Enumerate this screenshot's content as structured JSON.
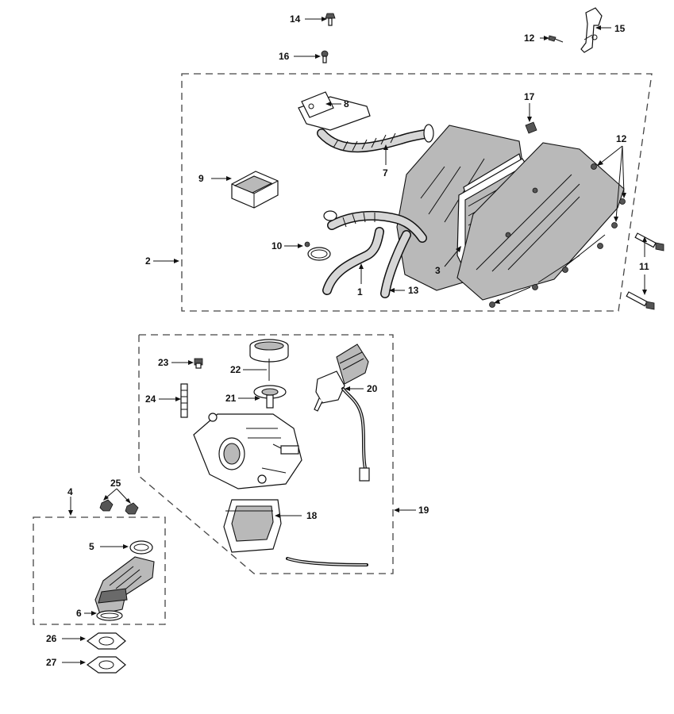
{
  "callouts": [
    {
      "id": "c1",
      "text": "1"
    },
    {
      "id": "c2",
      "text": "2"
    },
    {
      "id": "c3",
      "text": "3"
    },
    {
      "id": "c4",
      "text": "4"
    },
    {
      "id": "c5",
      "text": "5"
    },
    {
      "id": "c6",
      "text": "6"
    },
    {
      "id": "c7",
      "text": "7"
    },
    {
      "id": "c8",
      "text": "8"
    },
    {
      "id": "c9",
      "text": "9"
    },
    {
      "id": "c10",
      "text": "10"
    },
    {
      "id": "c11",
      "text": "11"
    },
    {
      "id": "c12a",
      "text": "12"
    },
    {
      "id": "c12b",
      "text": "12"
    },
    {
      "id": "c13",
      "text": "13"
    },
    {
      "id": "c14",
      "text": "14"
    },
    {
      "id": "c15",
      "text": "15"
    },
    {
      "id": "c16",
      "text": "16"
    },
    {
      "id": "c17",
      "text": "17"
    },
    {
      "id": "c18",
      "text": "18"
    },
    {
      "id": "c19",
      "text": "19"
    },
    {
      "id": "c20",
      "text": "20"
    },
    {
      "id": "c21",
      "text": "21"
    },
    {
      "id": "c22",
      "text": "22"
    },
    {
      "id": "c23",
      "text": "23"
    },
    {
      "id": "c24",
      "text": "24"
    },
    {
      "id": "c25",
      "text": "25"
    },
    {
      "id": "c26",
      "text": "26"
    },
    {
      "id": "c27",
      "text": "27"
    }
  ],
  "colors": {
    "background": "#ffffff",
    "ink": "#111111",
    "shading": "#b9b9b9"
  }
}
